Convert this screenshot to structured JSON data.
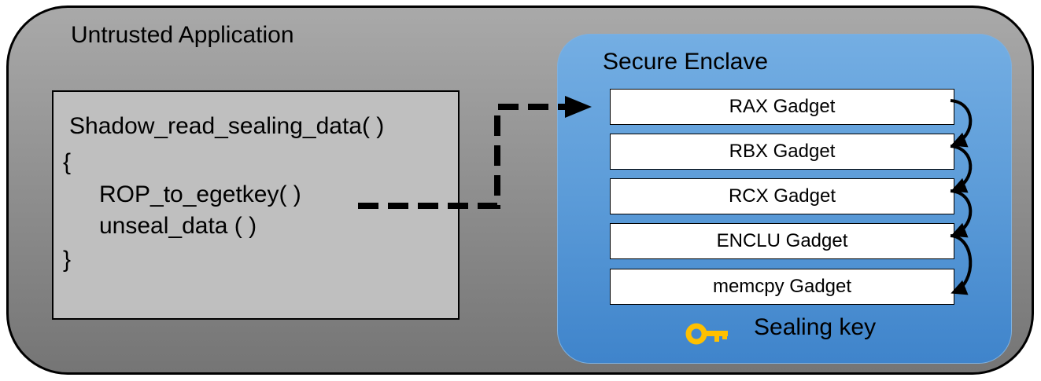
{
  "untrusted_app": {
    "title": "Untrusted Application",
    "code": {
      "function_signature": "Shadow_read_sealing_data( )",
      "open_brace": "{",
      "call_rop": "ROP_to_egetkey( )",
      "call_unseal": "unseal_data ( )",
      "close_brace": "}"
    }
  },
  "enclave": {
    "title": "Secure Enclave",
    "gadgets": [
      "RAX Gadget",
      "RBX Gadget",
      "RCX Gadget",
      "ENCLU Gadget",
      "memcpy Gadget"
    ],
    "key_label": "Sealing key",
    "key_icon": "key-icon",
    "key_color": "#ffc000"
  },
  "colors": {
    "outer_fill": "#8c8c8c",
    "code_box_fill": "#bfbfbf",
    "enclave_fill": "#5b9bd8",
    "gadget_fill": "#ffffff",
    "arrow": "#000000"
  }
}
